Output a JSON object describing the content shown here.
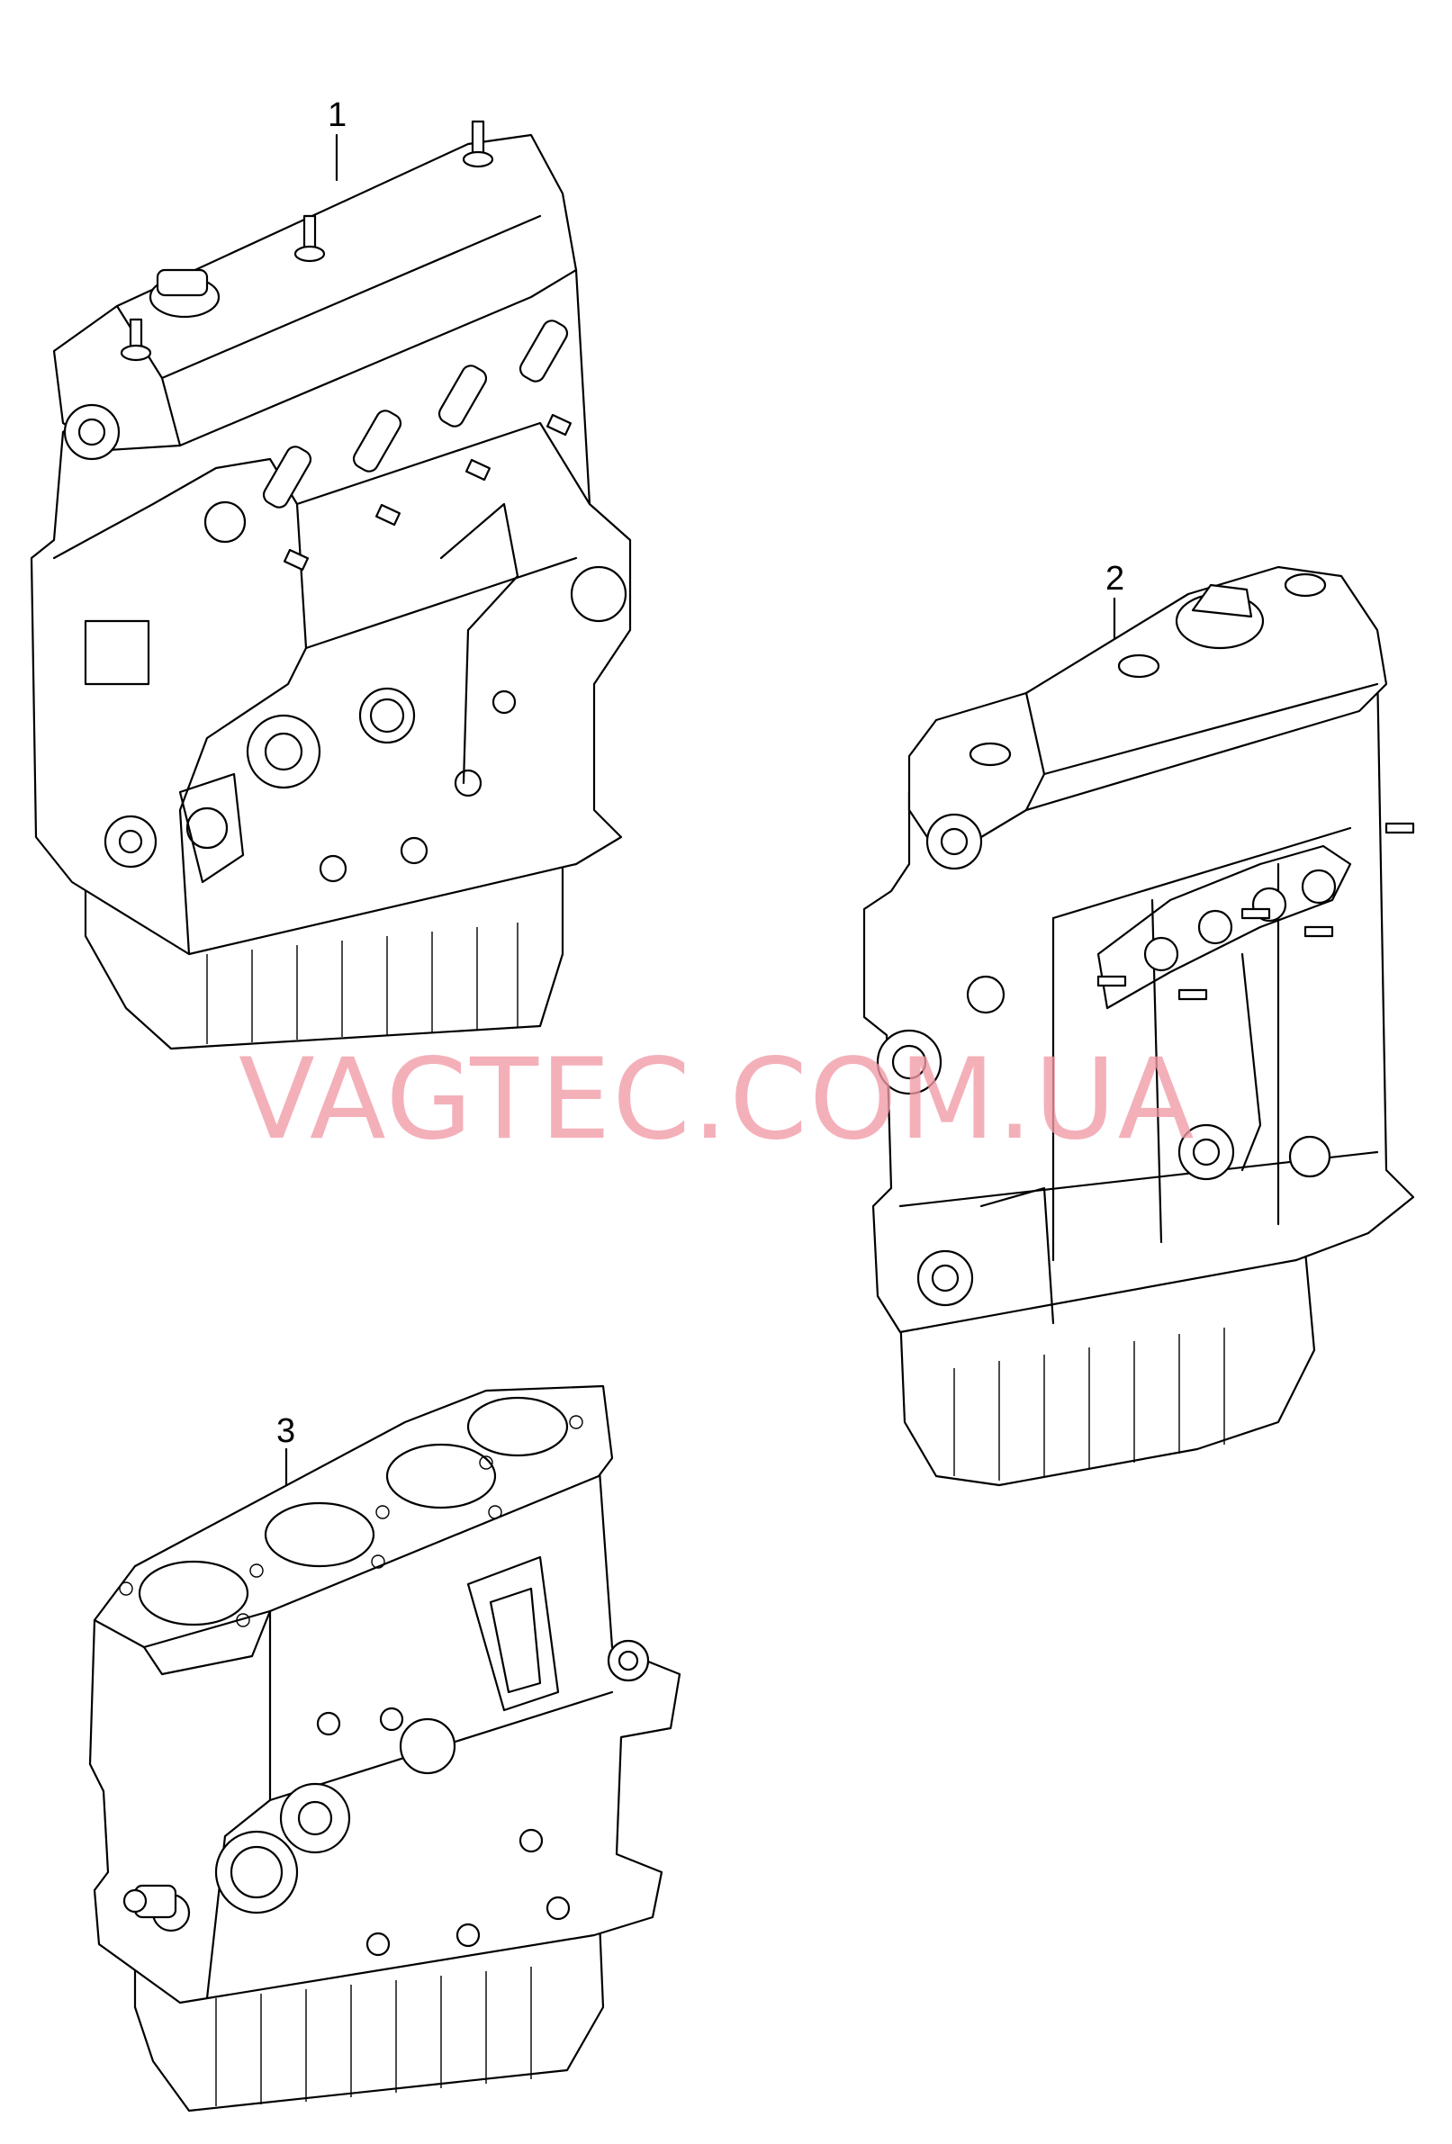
{
  "diagram": {
    "parts": [
      {
        "callout": "1",
        "icon": "engine-assembly-with-head"
      },
      {
        "callout": "2",
        "icon": "engine-assembly-rear-view"
      },
      {
        "callout": "3",
        "icon": "short-block"
      }
    ],
    "watermark": "VAGTEC.COM.UA"
  }
}
